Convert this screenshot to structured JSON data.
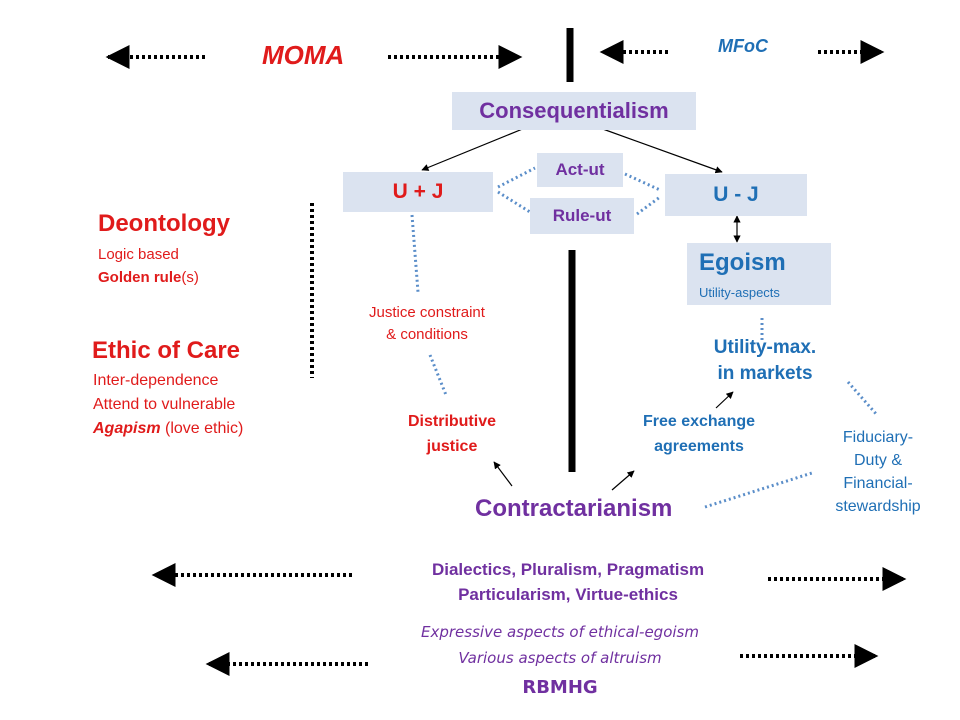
{
  "header": {
    "left_label": "MOMA",
    "right_label": "MFoC"
  },
  "boxes": {
    "consequentialism": "Consequentialism",
    "u_plus_j": "U + J",
    "u_minus_j": "U - J",
    "act_ut": "Act-ut",
    "rule_ut": "Rule-ut"
  },
  "egoism": {
    "title": "Egoism",
    "subtitle": "Utility-aspects"
  },
  "deontology": {
    "title": "Deontology",
    "line1": "Logic based",
    "line2_bold": "Golden rule",
    "line2_rest": "(s)"
  },
  "ethic_of_care": {
    "title": "Ethic of Care",
    "line1": "Inter-dependence",
    "line2": "Attend to vulnerable",
    "line3_italic": "Agapism",
    "line3_rest": " (love ethic)"
  },
  "justice_constraint": {
    "line1": "Justice constraint",
    "line2": "& conditions"
  },
  "distributive_justice": {
    "line1": "Distributive",
    "line2": "justice"
  },
  "utility_max": {
    "line1": "Utility-max.",
    "line2": "in markets"
  },
  "free_exchange": {
    "line1": "Free exchange",
    "line2": "agreements"
  },
  "fiduciary": {
    "line1": "Fiduciary-",
    "line2": "Duty &",
    "line3": "Financial-",
    "line4": "stewardship"
  },
  "contractarianism": "Contractarianism",
  "bottom": {
    "line1": "Dialectics, Pluralism, Pragmatism",
    "line2": "Particularism, Virtue-ethics",
    "line3": "Expressive  aspects of ethical-egoism",
    "line4": "Various aspects of altruism",
    "line5": "RBMHG"
  },
  "colors": {
    "purple": "#7030a0",
    "red": "#e01b1b",
    "blue": "#1f6fb5",
    "box_fill": "#dbe3f0",
    "dotted_link": "#5b8ec9"
  }
}
